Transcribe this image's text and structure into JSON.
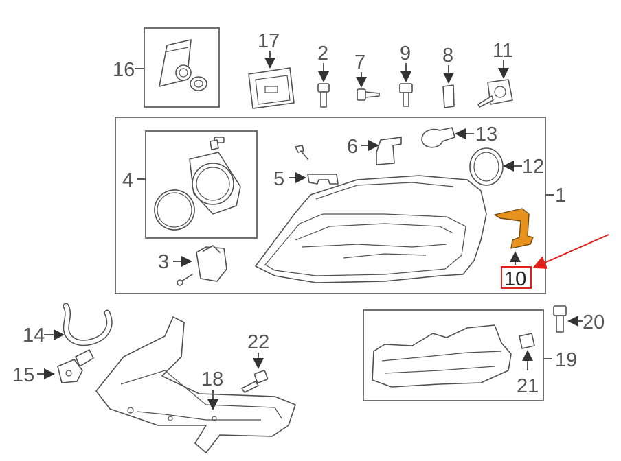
{
  "diagram": {
    "callouts": {
      "c1": "1",
      "c2": "2",
      "c3": "3",
      "c4": "4",
      "c5": "5",
      "c6": "6",
      "c7": "7",
      "c8": "8",
      "c9": "9",
      "c10": "10",
      "c11": "11",
      "c12": "12",
      "c13": "13",
      "c14": "14",
      "c15": "15",
      "c16": "16",
      "c17": "17",
      "c18": "18",
      "c19": "19",
      "c20": "20",
      "c21": "21",
      "c22": "22"
    },
    "colors": {
      "highlight_part": "#E8921E",
      "pointer_arrow": "#E0201C",
      "highlight_box": "#E0201C",
      "line_art": "#505050"
    }
  }
}
